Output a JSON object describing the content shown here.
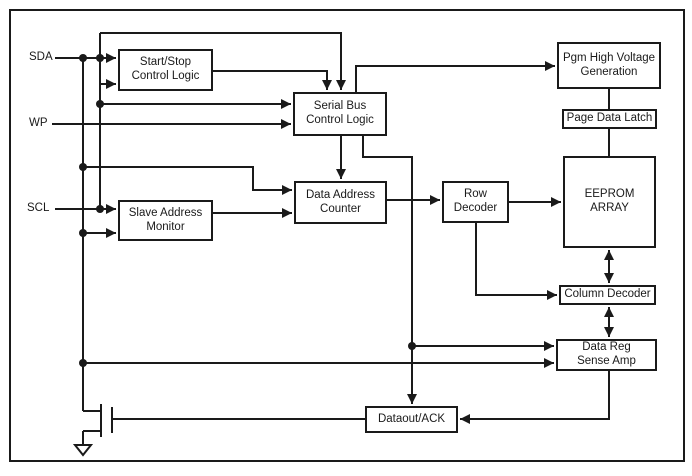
{
  "colors": {
    "line": "#1a1a1a",
    "background": "#ffffff",
    "block_fill": "#ffffff"
  },
  "pins": {
    "sda": "SDA",
    "wp": "WP",
    "scl": "SCL"
  },
  "blocks": {
    "start_stop_control_logic": "Start/Stop\nControl Logic",
    "serial_bus_control_logic": "Serial Bus\nControl Logic",
    "data_address_counter": "Data Address\nCounter",
    "slave_address_monitor": "Slave Address\nMonitor",
    "row_decoder": "Row\nDecoder",
    "pgm_high_voltage_generation": "Pgm High Voltage\nGeneration",
    "page_data_latch": "Page Data Latch",
    "eeprom_array": "EEPROM\nARRAY",
    "column_decoder": "Column Decoder",
    "data_reg_sense_amp": "Data Reg\nSense Amp",
    "dataout_ack": "Dataout/ACK"
  }
}
